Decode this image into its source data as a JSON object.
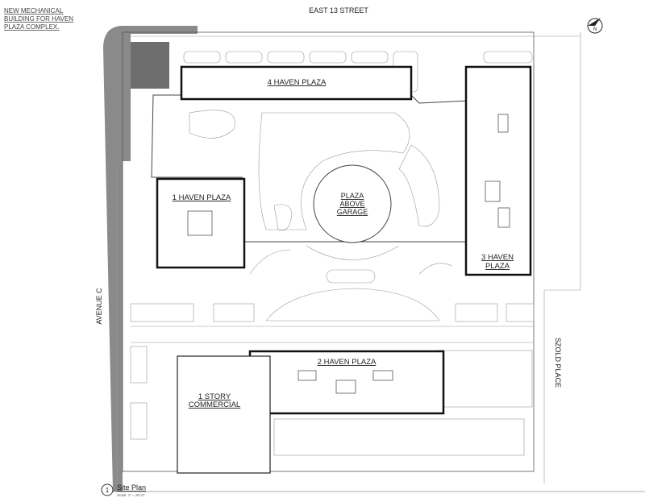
{
  "note": {
    "lines": [
      "NEW MECHANICAL",
      "BUILDING FOR HAVEN",
      "PLAZA COMPLEX."
    ]
  },
  "streets": {
    "north": "EAST 13 STREET",
    "west": "AVENUE C",
    "east": "SZOLD PLACE"
  },
  "north_arrow": {
    "label": "N"
  },
  "buildings": {
    "b4": "4 HAVEN PLAZA",
    "b1": "1 HAVEN PLAZA",
    "b3": [
      "3 HAVEN",
      "PLAZA"
    ],
    "b2": "2 HAVEN PLAZA",
    "plaza": [
      "PLAZA",
      "ABOVE",
      "GARAGE"
    ],
    "commercial": [
      "1 STORY",
      "COMMERCIAL"
    ]
  },
  "title_block": {
    "number": "1",
    "title": "Site Plan",
    "scale": "Scale: 1\" = 20'-0\""
  }
}
